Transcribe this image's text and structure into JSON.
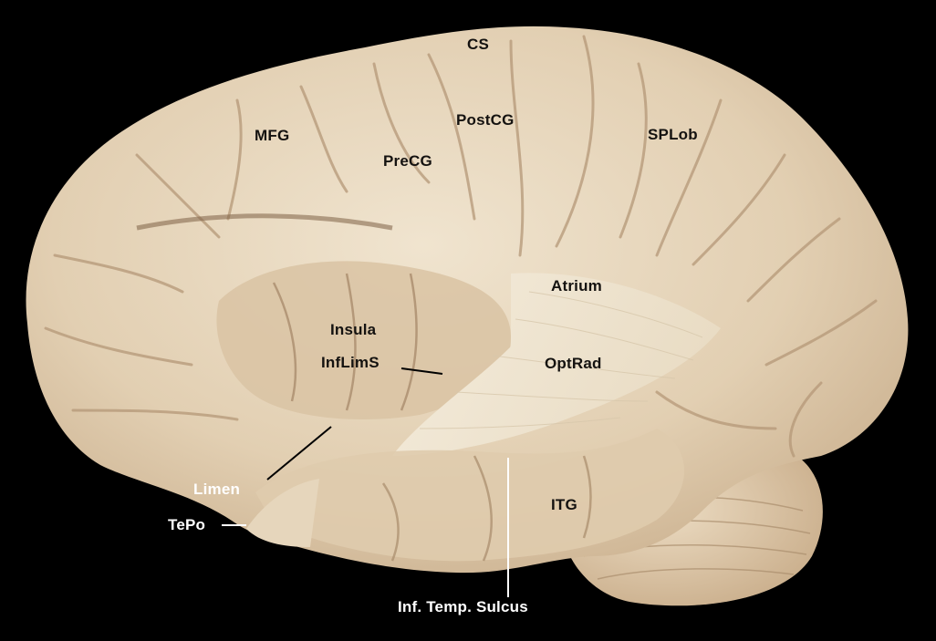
{
  "labels": {
    "cs": "CS",
    "mfg": "MFG",
    "postcg": "PostCG",
    "precg": "PreCG",
    "splob": "SPLob",
    "atrium": "Atrium",
    "insula": "Insula",
    "inflims": "InfLimS",
    "optrad": "OptRad",
    "limen": "Limen",
    "tepo": "TePo",
    "itg": "ITG",
    "inf_temp_sulcus": "Inf. Temp. Sulcus"
  },
  "colors": {
    "background": "#000000",
    "tissue": "#e8d8c0",
    "tissue_shadow": "#b99d7c",
    "white_matter": "#efe6d2",
    "dark_label": "#141210",
    "light_label": "#ffffff"
  }
}
